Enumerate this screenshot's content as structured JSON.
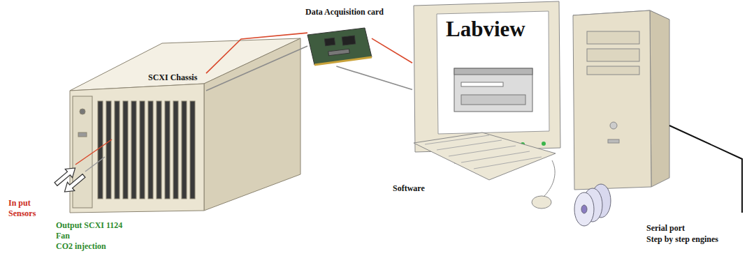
{
  "diagram": {
    "nodes": [
      {
        "text": [
          "SCXI Chassis"
        ]
      },
      {
        "text": [
          "Data Acquisition card"
        ]
      },
      {
        "text": [
          "Labview"
        ]
      }
    ],
    "edges": [
      {
        "from": 0,
        "to": 1,
        "arrow": "none"
      },
      {
        "from": 1,
        "to": 2,
        "arrow": "none"
      }
    ],
    "labels": [
      "In put Sensors",
      "Output SCXI 1124",
      "Fan",
      "CO2 injection",
      "Software",
      "Serial port",
      "Step by step engines"
    ]
  }
}
